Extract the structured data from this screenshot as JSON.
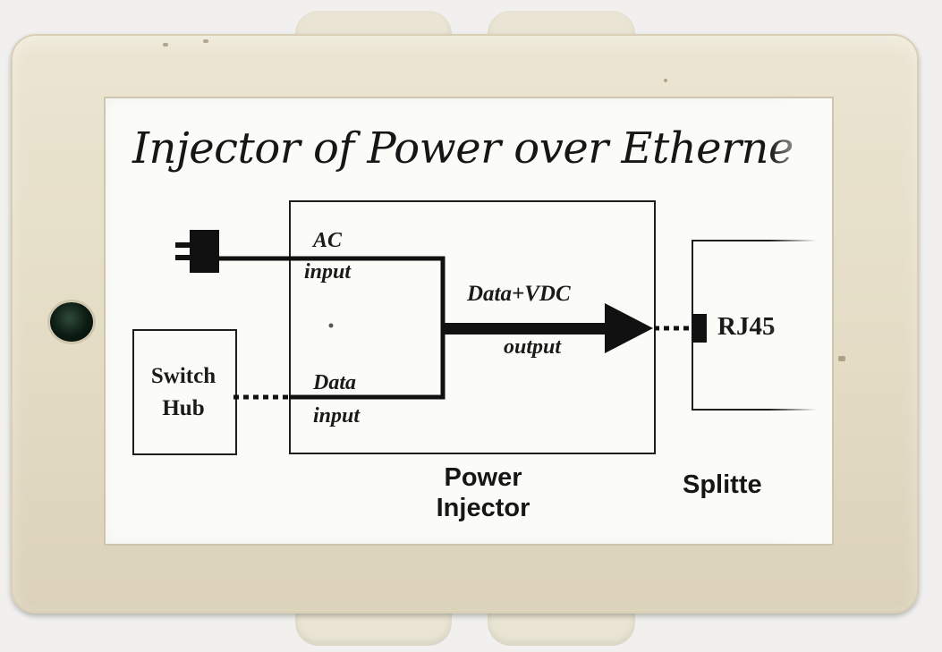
{
  "label": {
    "title": "Injector of Power over Etherne"
  },
  "diagram": {
    "ac_line1": "AC",
    "ac_line2": "input",
    "data_vdc": "Data+VDC",
    "output": "output",
    "data_line1": "Data",
    "data_line2": "input",
    "switch_line1": "Switch",
    "switch_line2": "Hub",
    "rj45": "RJ45",
    "power_injector_line1": "Power",
    "power_injector_line2": "Injector",
    "splitter": "Splitte"
  },
  "colors": {
    "casing": "#e6dfca",
    "label_background": "#fbfbf8",
    "ink": "#161616",
    "led": "#0b1a12"
  }
}
